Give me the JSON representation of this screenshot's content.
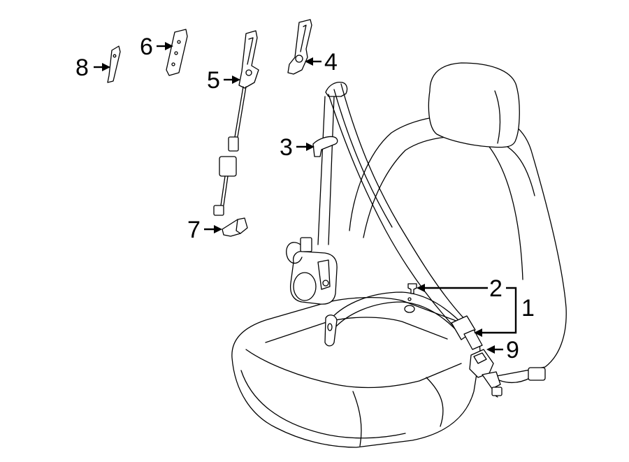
{
  "callouts": {
    "part_1": "1",
    "part_2": "2",
    "part_3": "3",
    "part_4": "4",
    "part_5": "5",
    "part_6": "6",
    "part_7": "7",
    "part_8": "8",
    "part_9": "9"
  },
  "colors": {
    "line": "#000000",
    "background": "#ffffff"
  }
}
